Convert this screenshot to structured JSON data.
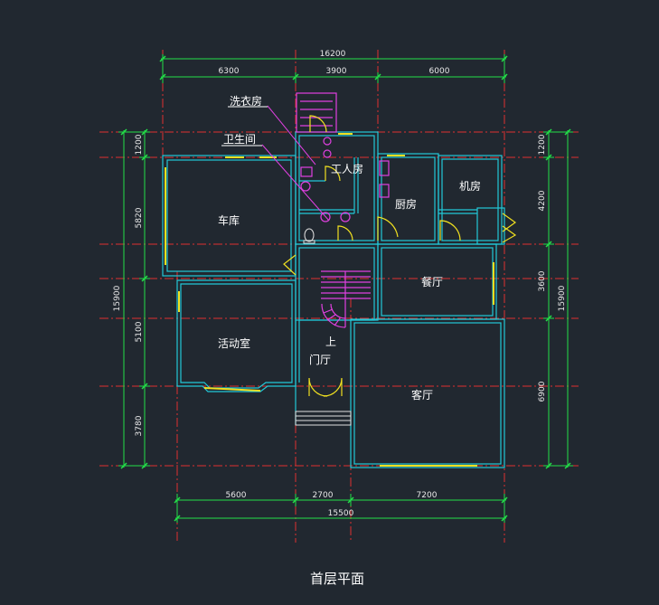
{
  "drawing": {
    "title": "首层平面",
    "colors": {
      "background": "#212830",
      "wall": "#22c8d8",
      "dimension": "#22e048",
      "axis": "#e03030",
      "window": "#f0e020",
      "fixture": "#e040e0",
      "text": "#ffffff"
    }
  },
  "dimensions": {
    "top_total": "16200",
    "top": [
      "6300",
      "3900",
      "6000"
    ],
    "bottom": [
      "5600",
      "2700",
      "7200"
    ],
    "bottom_total": "15500",
    "left": [
      "1200",
      "5820",
      "5100",
      "3780"
    ],
    "left_total": "15900",
    "right": [
      "1200",
      "4200",
      "3600",
      "6900"
    ],
    "right_total": "15900"
  },
  "rooms": {
    "laundry": "洗衣房",
    "bathroom": "卫生间",
    "servant": "工人房",
    "machine": "机房",
    "garage": "车库",
    "kitchen": "厨房",
    "dining": "餐厅",
    "activity": "活动室",
    "stair": "上",
    "foyer": "门厅",
    "living": "客厅"
  }
}
